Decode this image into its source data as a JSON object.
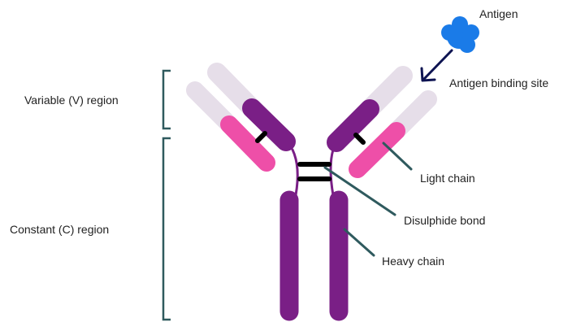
{
  "labels": {
    "antigen": "Antigen",
    "binding_site": "Antigen binding site",
    "light_chain": "Light chain",
    "disulphide": "Disulphide bond",
    "heavy_chain": "Heavy chain",
    "variable_region": "Variable (V) region",
    "constant_region": "Constant (C) region"
  },
  "colors": {
    "heavy": "#7a1f86",
    "light": "#ee4fa8",
    "variable_pale": "#e6dee9",
    "antigen": "#1a7be8",
    "arrow": "#0e1452",
    "pointer": "#2f5a5e",
    "bond": "#000000"
  }
}
